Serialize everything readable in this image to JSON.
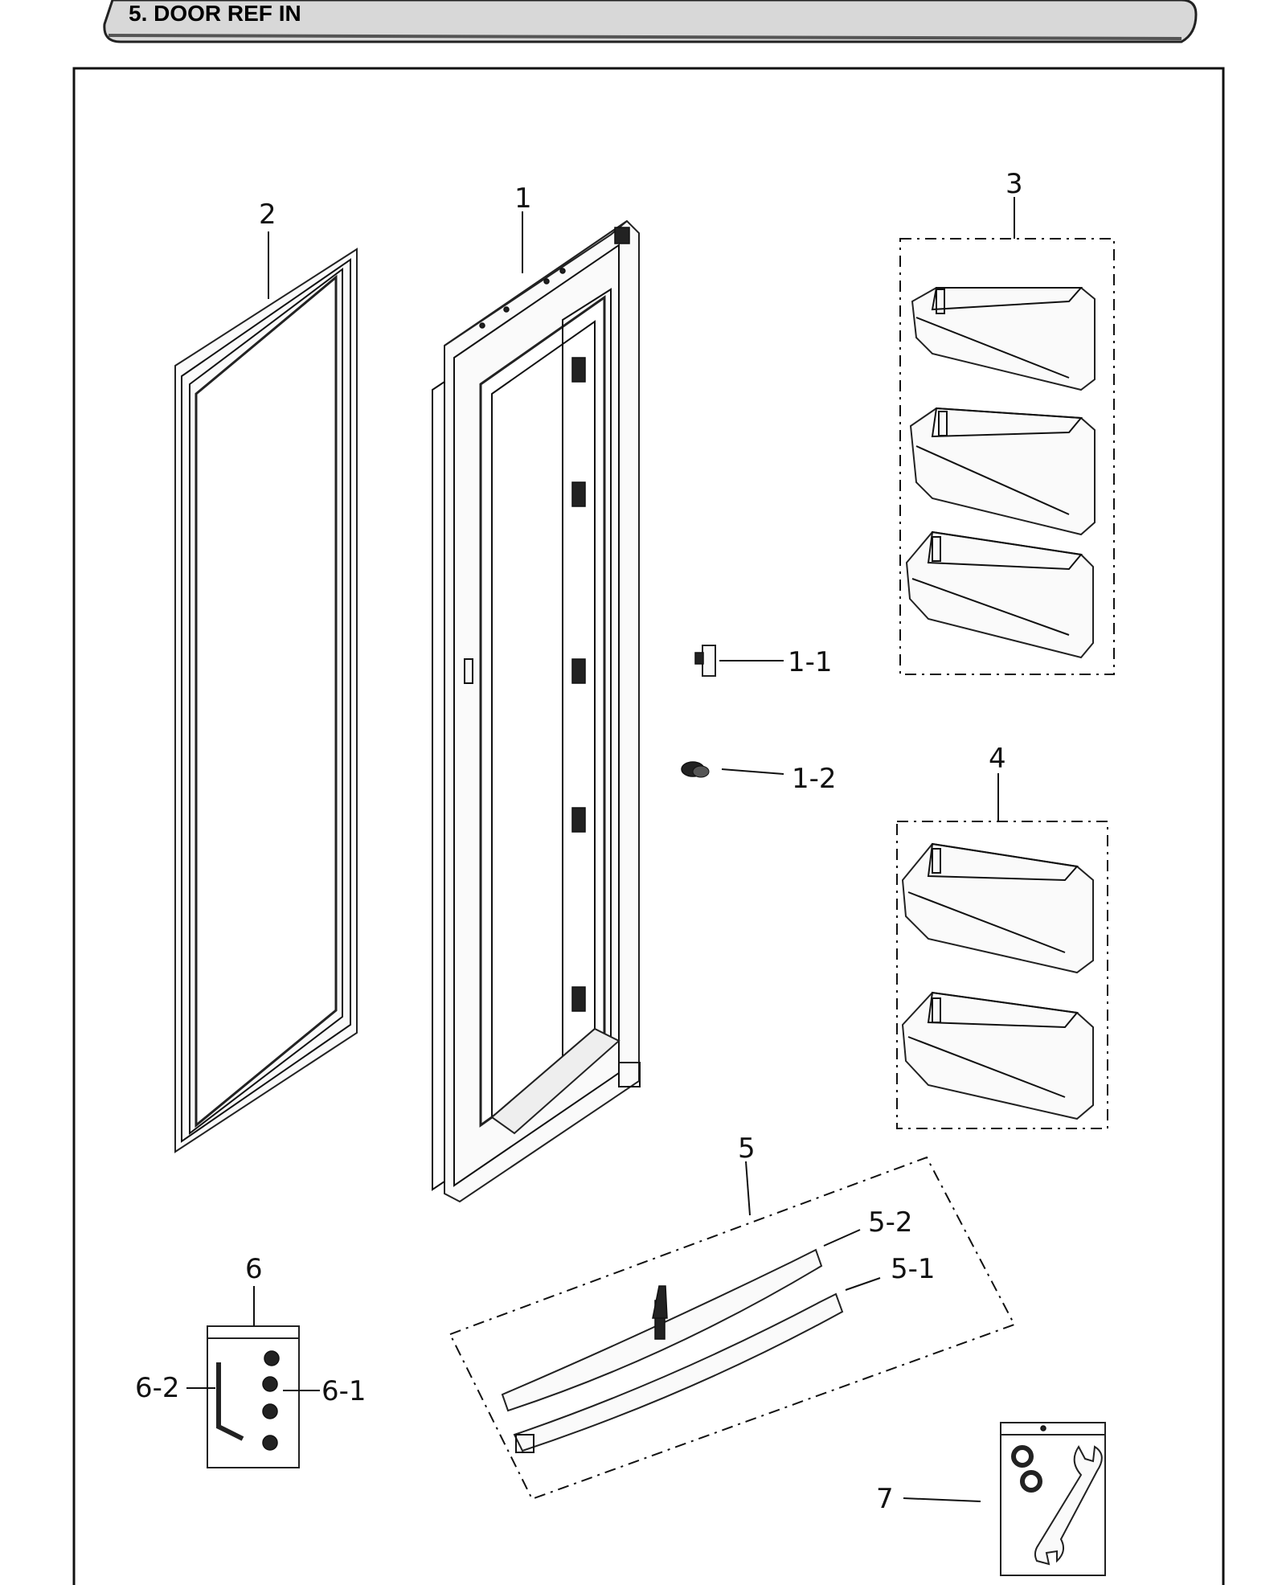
{
  "header": {
    "title": "5. DOOR REF IN"
  },
  "labels": {
    "p1": "1",
    "p1_1": "1-1",
    "p1_2": "1-2",
    "p2": "2",
    "p3": "3",
    "p4": "4",
    "p5": "5",
    "p5_1": "5-1",
    "p5_2": "5-2",
    "p6": "6",
    "p6_1": "6-1",
    "p6_2": "6-2",
    "p7": "7"
  }
}
